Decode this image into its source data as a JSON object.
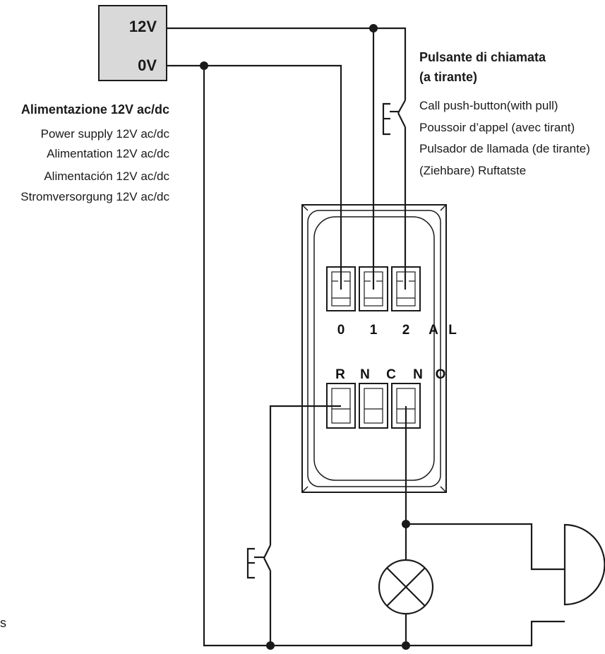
{
  "power_supply": {
    "terminal_12v": "12V",
    "terminal_0v": "0V",
    "title": "Alimentazione 12V ac/dc",
    "translations": [
      "Power supply 12V ac/dc",
      "Alimentation 12V ac/dc",
      "Alimentación 12V ac/dc",
      "Stromversorgung 12V ac/dc"
    ]
  },
  "call_button": {
    "title_line1": "Pulsante di chiamata",
    "title_line2": "(a tirante)",
    "translations": [
      "Call push-button(with pull)",
      "Poussoir d’appel  (avec tirant)",
      "Pulsador de llamada (de tirante)",
      "(Ziehbare) Ruftatste"
    ]
  },
  "module": {
    "top_terminals": [
      "0",
      "1",
      "2",
      "A",
      "L"
    ],
    "bottom_terminals": [
      "R",
      "N",
      "C",
      "N",
      "O"
    ]
  },
  "corner_mark": "s",
  "colors": {
    "line": "#1a1a1a",
    "box_fill": "#d9d9d9",
    "background": "#ffffff"
  }
}
